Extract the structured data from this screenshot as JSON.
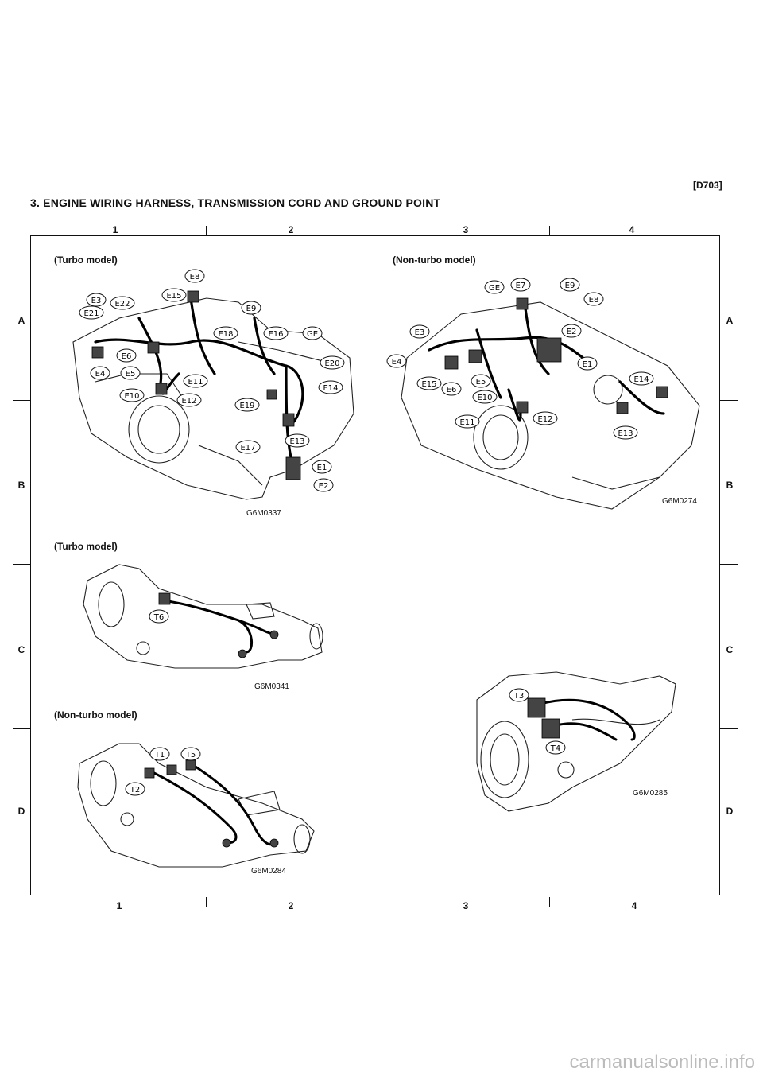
{
  "page_code": "[D703]",
  "title": "3. ENGINE WIRING HARNESS, TRANSMISSION CORD AND GROUND POINT",
  "grid": {
    "columns_top": [
      "1",
      "2",
      "3",
      "4"
    ],
    "columns_bottom": [
      "1",
      "2",
      "3",
      "4"
    ],
    "rows_left": [
      "A",
      "B",
      "C",
      "D"
    ],
    "rows_right": [
      "A",
      "B",
      "C",
      "D"
    ]
  },
  "panels": {
    "engine_turbo": {
      "label": "(Turbo model)",
      "figure_id": "G6M0337",
      "callouts": [
        "E8",
        "E3",
        "E22",
        "E15",
        "E21",
        "E9",
        "E18",
        "E16",
        "GE",
        "E6",
        "E5",
        "E4",
        "E20",
        "E11",
        "E14",
        "E10",
        "E12",
        "E19",
        "E13",
        "E17",
        "E1",
        "E2"
      ]
    },
    "engine_nonturbo": {
      "label": "(Non-turbo model)",
      "figure_id": "G6M0274",
      "callouts": [
        "GE",
        "E7",
        "E9",
        "E8",
        "E3",
        "E2",
        "E4",
        "E1",
        "E14",
        "E15",
        "E6",
        "E5",
        "E10",
        "E11",
        "E12",
        "E13"
      ]
    },
    "trans_turbo": {
      "label": "(Turbo model)",
      "figure_id": "G6M0341",
      "callouts": [
        "T6"
      ]
    },
    "trans_nonturbo": {
      "label": "(Non-turbo model)",
      "figure_id": "G6M0284",
      "callouts": [
        "T1",
        "T5",
        "T2"
      ]
    },
    "trans_right": {
      "figure_id": "G6M0285",
      "callouts": [
        "T3",
        "T4"
      ]
    }
  },
  "watermark": "carmanualsonline.info"
}
